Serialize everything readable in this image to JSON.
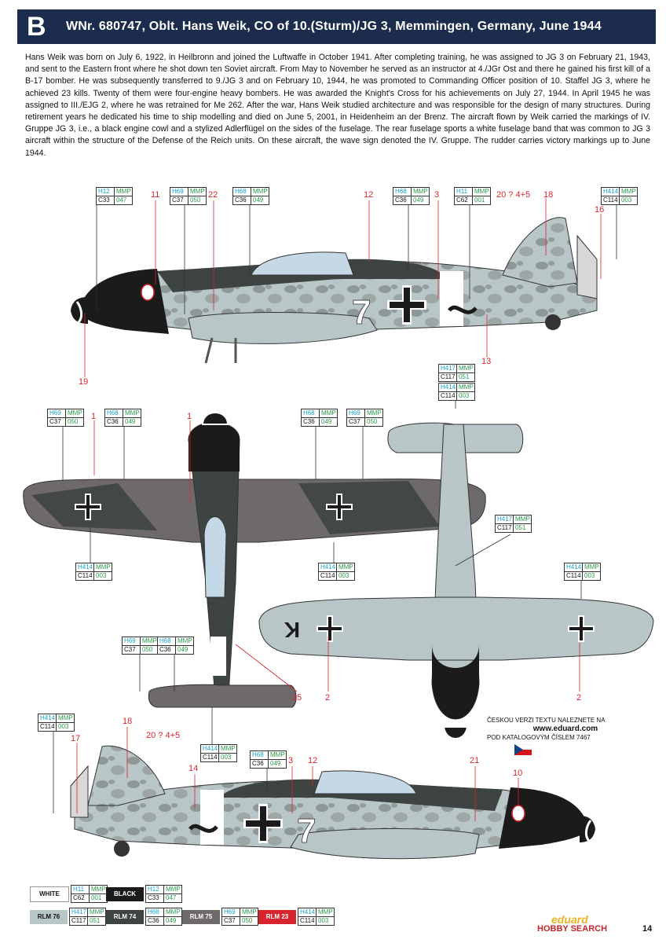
{
  "header": {
    "letter": "B",
    "title": "WNr. 680747, Oblt. Hans Weik, CO of 10.(Sturm)/JG 3, Memmingen, Germany, June 1944"
  },
  "bio": "Hans Weik was born on July 6, 1922, in Heilbronn and joined the Luftwaffe in October 1941. After completing training, he was assigned to JG 3 on February 21, 1943, and sent to the Eastern front where he shot down ten Soviet aircraft. From May to November he served as an instructor at 4./JGr Ost and there he gained his first kill of a B-17 bomber. He was subsequently transferred to 9./JG 3 and on February 10, 1944, he was promoted to Commanding Officer position of 10. Staffel JG 3, where he achieved 23 kills. Twenty of them were four-engine heavy bombers. He was awarded the Knight's Cross for his achievements on July 27, 1944. In April 1945 he was assigned to III./EJG 2, where he was retrained for Me 262. After the war, Hans Weik studied architecture and was responsible for the design of many structures. During retirement years he dedicated his time to ship modelling and died on June 5, 2001, in Heidenheim an der Brenz. The aircraft flown by Weik carried the markings of IV. Gruppe JG 3, i.e., a black engine cowl and a stylized Adlerflügel on the sides of the fuselage. The rear fuselage sports a white fuselage band that was common to JG 3 aircraft within the structure of the Defense of the Reich units. On these aircraft, the wave sign denoted the IV. Gruppe. The rudder carries victory markings up to June 1944.",
  "colors": {
    "rlm76": "#b9c6c8",
    "rlm74": "#3e4441",
    "rlm75": "#6e6a6c",
    "rlm23": "#d8242f",
    "black": "#1b1b1b",
    "white": "#ffffff",
    "header": "#1c2c4c",
    "code_blue": "#1aa0c8",
    "code_green": "#2a9a4a",
    "callout_red": "#d8242f"
  },
  "codes": [
    {
      "h": "H12",
      "m": "MMP",
      "c": "C33",
      "n": "047"
    },
    {
      "h": "H69",
      "m": "MMP",
      "c": "C37",
      "n": "050"
    },
    {
      "h": "H68",
      "m": "MMP",
      "c": "C36",
      "n": "049"
    },
    {
      "h": "H68",
      "m": "MMP",
      "c": "C36",
      "n": "049"
    },
    {
      "h": "H11",
      "m": "MMP",
      "c": "C62",
      "n": "001"
    },
    {
      "h": "H414",
      "m": "MMP",
      "c": "C114",
      "n": "003"
    },
    {
      "h": "H417",
      "m": "MMP",
      "c": "C117",
      "n": "051"
    },
    {
      "h": "H414",
      "m": "MMP",
      "c": "C114",
      "n": "003"
    },
    {
      "h": "H69",
      "m": "MMP",
      "c": "C37",
      "n": "050"
    },
    {
      "h": "H68",
      "m": "MMP",
      "c": "C36",
      "n": "049"
    },
    {
      "h": "H68",
      "m": "MMP",
      "c": "C36",
      "n": "049"
    },
    {
      "h": "H69",
      "m": "MMP",
      "c": "C37",
      "n": "050"
    },
    {
      "h": "H417",
      "m": "MMP",
      "c": "C117",
      "n": "051"
    },
    {
      "h": "H414",
      "m": "MMP",
      "c": "C114",
      "n": "003"
    },
    {
      "h": "H414",
      "m": "MMP",
      "c": "C114",
      "n": "003"
    },
    {
      "h": "H414",
      "m": "MMP",
      "c": "C114",
      "n": "003"
    },
    {
      "h": "H69",
      "m": "MMP",
      "c": "C37",
      "n": "050"
    },
    {
      "h": "H68",
      "m": "MMP",
      "c": "C36",
      "n": "049"
    },
    {
      "h": "H414",
      "m": "MMP",
      "c": "C114",
      "n": "003"
    },
    {
      "h": "H414",
      "m": "MMP",
      "c": "C114",
      "n": "003"
    },
    {
      "h": "H68",
      "m": "MMP",
      "c": "C36",
      "n": "049"
    }
  ],
  "callouts": [
    "11",
    "22",
    "12",
    "3",
    "20 ? 4+5",
    "18",
    "16",
    "19",
    "13",
    "1",
    "1",
    "15",
    "2",
    "2",
    "18",
    "17",
    "20 ? 4+5",
    "14",
    "3",
    "12",
    "21",
    "10"
  ],
  "legend": [
    {
      "label": "WHITE",
      "h": "H11",
      "m": "MMP",
      "c": "C62",
      "n": "001"
    },
    {
      "label": "BLACK",
      "h": "H12",
      "m": "MMP",
      "c": "C33",
      "n": "047"
    },
    {
      "label": "RLM 76",
      "h": "H417",
      "m": "MMP",
      "c": "C117",
      "n": "051"
    },
    {
      "label": "RLM 74",
      "h": "H68",
      "m": "MMP",
      "c": "C36",
      "n": "049"
    },
    {
      "label": "RLM 75",
      "h": "H69",
      "m": "MMP",
      "c": "C37",
      "n": "050"
    },
    {
      "label": "RLM 23",
      "h": "H414",
      "m": "MMP",
      "c": "C114",
      "n": "003"
    }
  ],
  "aircraft": {
    "code_letter": "7",
    "wnr": "680747",
    "tail_text": "20 ? 4+5",
    "underwing_letter": "K"
  },
  "czech": {
    "line1": "ČESKOU VERZI TEXTU NALEZNETE NA",
    "web": "www.eduard.com",
    "line2": "POD KATALOGOVÝM ČÍSLEM 7467"
  },
  "brand": "eduard",
  "watermark": "HOBBY SEARCH",
  "page_number": "14"
}
